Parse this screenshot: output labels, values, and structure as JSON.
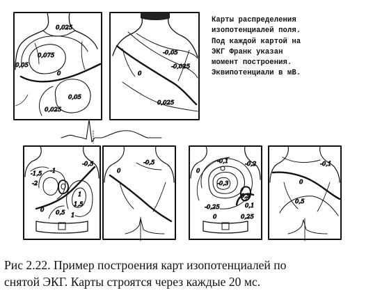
{
  "side_caption": {
    "lines": [
      "Карты распределения",
      "изопотенциалей поля.",
      "Под каждой картой на",
      "ЭКГ Франк указан",
      "момент построения.",
      "Эквипотенциали в мВ."
    ]
  },
  "main_caption": {
    "lines": [
      "Рис 2.22. Пример построения карт изопотенциалей по",
      "снятой ЭКГ. Карты строятся через каждые 20 мс."
    ]
  },
  "maps": {
    "top_front": {
      "labels": [
        "0,025",
        "0,075",
        "0,05",
        "0",
        "0,05",
        "0,025"
      ]
    },
    "top_back": {
      "labels": [
        "-0,05",
        "-0,025",
        "0",
        "0,025"
      ]
    },
    "bottom_a_front": {
      "labels": [
        "-0,5",
        "-1,5",
        "-2",
        "-1",
        "1",
        "1,5",
        "0",
        "0,5",
        "1"
      ]
    },
    "bottom_a_back": {
      "labels": [
        "-0,5",
        "0"
      ]
    },
    "bottom_b_front": {
      "labels": [
        "-0,2",
        "-0,1",
        "0",
        "-0,3",
        "0,5",
        "-0,25",
        "0,1",
        "0,25",
        "0"
      ]
    },
    "bottom_b_back": {
      "labels": [
        "-0,1",
        "0",
        "0,5"
      ]
    }
  }
}
